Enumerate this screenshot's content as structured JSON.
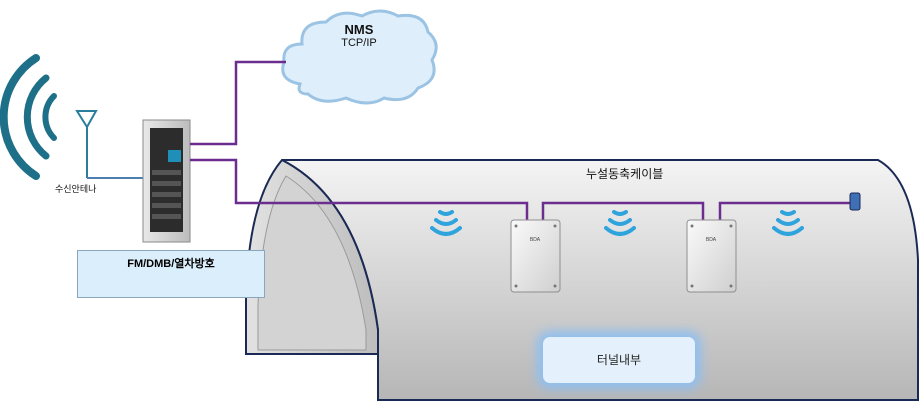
{
  "nms": {
    "title": "NMS",
    "subtitle": "TCP/IP"
  },
  "antenna": {
    "label": "수신안테나"
  },
  "system": {
    "label": "FM/DMB/열차방호"
  },
  "cable": {
    "label": "누설동축케이블"
  },
  "tunnel": {
    "label": "터널내부"
  },
  "bda": {
    "label": "BDA"
  },
  "colors": {
    "link": "#6b2d8e",
    "wifi": "#2fa3dc",
    "signal_arcs": "#1e6f88",
    "tunnel_outline": "#1b2a55"
  },
  "icons": [
    "broadcast-signal-icon",
    "antenna-icon",
    "equipment-rack-icon",
    "cloud-icon",
    "wifi-icon",
    "repeater-icon",
    "terminator-icon"
  ]
}
